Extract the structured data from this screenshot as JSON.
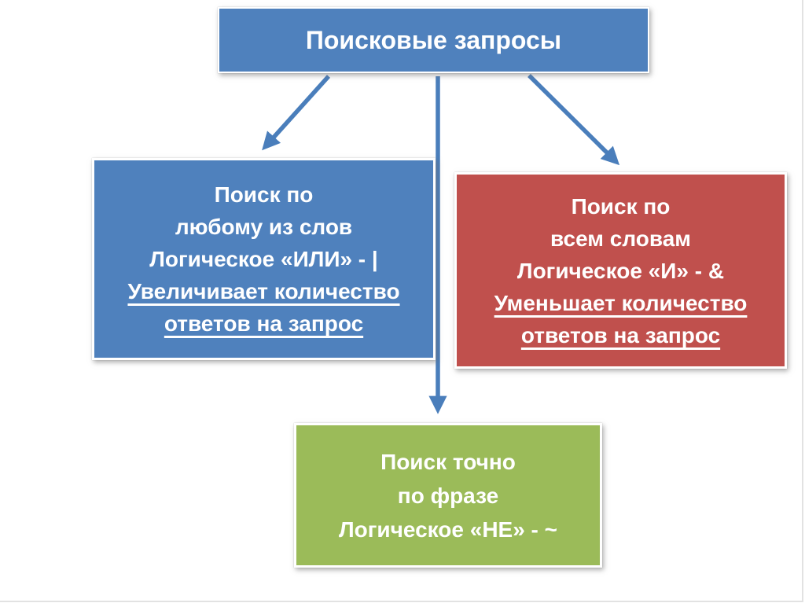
{
  "diagram": {
    "title_box": {
      "label": "Поисковые запросы"
    },
    "or_box": {
      "lines": [
        "Поиск по",
        "любому из слов",
        "Логическое «ИЛИ» - |",
        "Увеличивает количество",
        "ответов на запрос"
      ]
    },
    "and_box": {
      "lines": [
        "Поиск по",
        "всем словам",
        "Логическое «И» - &",
        "Уменьшает количество",
        "ответов на запрос"
      ]
    },
    "phrase_box": {
      "lines": [
        "Поиск точно",
        "по фразе",
        "Логическое «НЕ» - ~"
      ]
    },
    "colors": {
      "title_and_or_box": "#4F81BD",
      "and_box": "#C0504D",
      "phrase_box": "#9BBB59",
      "arrow": "#4A7EBB",
      "text": "#FFFFFF",
      "box_frame": "#FFFFFF"
    }
  }
}
